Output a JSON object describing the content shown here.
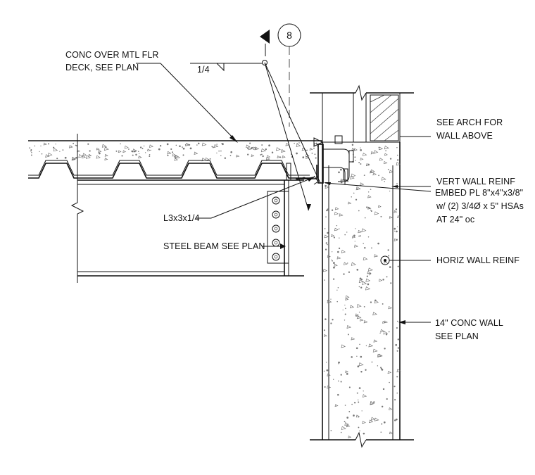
{
  "detail_tag": {
    "number": "8"
  },
  "notes": {
    "slab_deck": [
      "CONC OVER MTL FLR",
      "DECK, SEE PLAN"
    ],
    "weld": "1/4",
    "arch_wall": [
      "SEE ARCH FOR",
      "WALL ABOVE"
    ],
    "vert_reinf": "VERT WALL REINF",
    "embed_plate": [
      "EMBED PL 8\"x4\"x3/8\"",
      "w/ (2) 3/4Ø x 5\" HSAs",
      "AT 24\" oc"
    ],
    "angle": "L3x3x1/4",
    "beam": "STEEL BEAM SEE PLAN",
    "horiz_reinf": "HORIZ WALL REINF",
    "conc_wall": [
      "14\" CONC WALL",
      "SEE PLAN"
    ]
  },
  "colors": {
    "line": "#111111",
    "background": "#ffffff",
    "speckle": "#777777"
  }
}
